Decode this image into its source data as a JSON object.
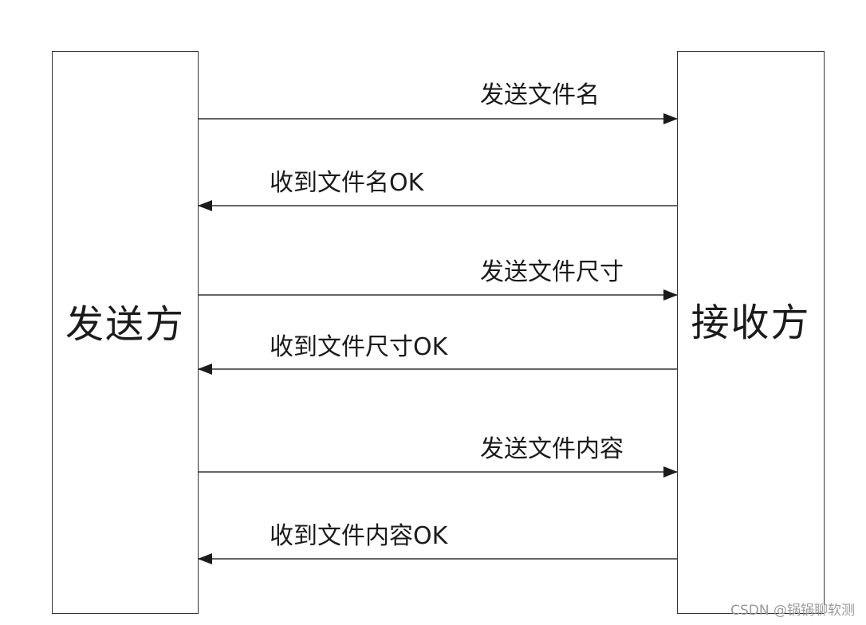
{
  "actors": {
    "sender": "发送方",
    "receiver": "接收方"
  },
  "messages": [
    {
      "text": "发送文件名",
      "direction": "right"
    },
    {
      "text": "收到文件名OK",
      "direction": "left"
    },
    {
      "text": "发送文件尺寸",
      "direction": "right"
    },
    {
      "text": "收到文件尺寸OK",
      "direction": "left"
    },
    {
      "text": "发送文件内容",
      "direction": "right"
    },
    {
      "text": "收到文件内容OK",
      "direction": "left"
    }
  ],
  "watermark": "CSDN @锅锅聊软测",
  "colors": {
    "line": "#333333",
    "text": "#1b1b1b",
    "watermark": "#9a9a9a"
  }
}
